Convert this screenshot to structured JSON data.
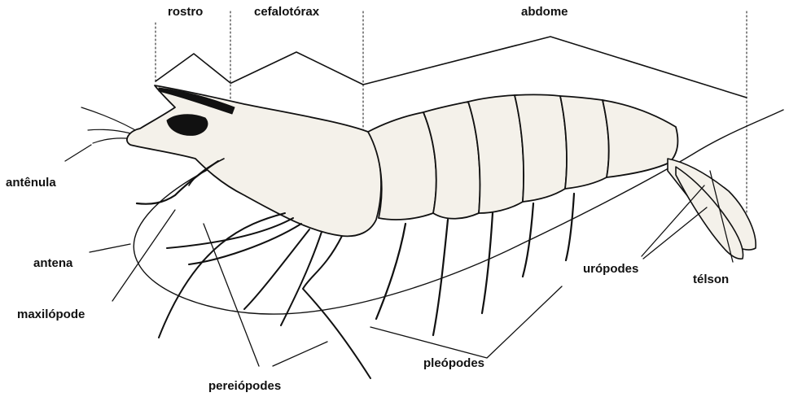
{
  "labels": {
    "rostro": "rostro",
    "cefalotorax": "cefalotórax",
    "abdome": "abdome",
    "antenula": "antênula",
    "antena": "antena",
    "maxilopode": "maxilópode",
    "pereiopodes": "pereiópodes",
    "pleopodes": "pleópodes",
    "uropodes": "urópodes",
    "telson": "télson"
  },
  "colors": {
    "ink": "#111111",
    "body_fill": "#f4f1ea",
    "stipple": "#8a8a8a"
  }
}
